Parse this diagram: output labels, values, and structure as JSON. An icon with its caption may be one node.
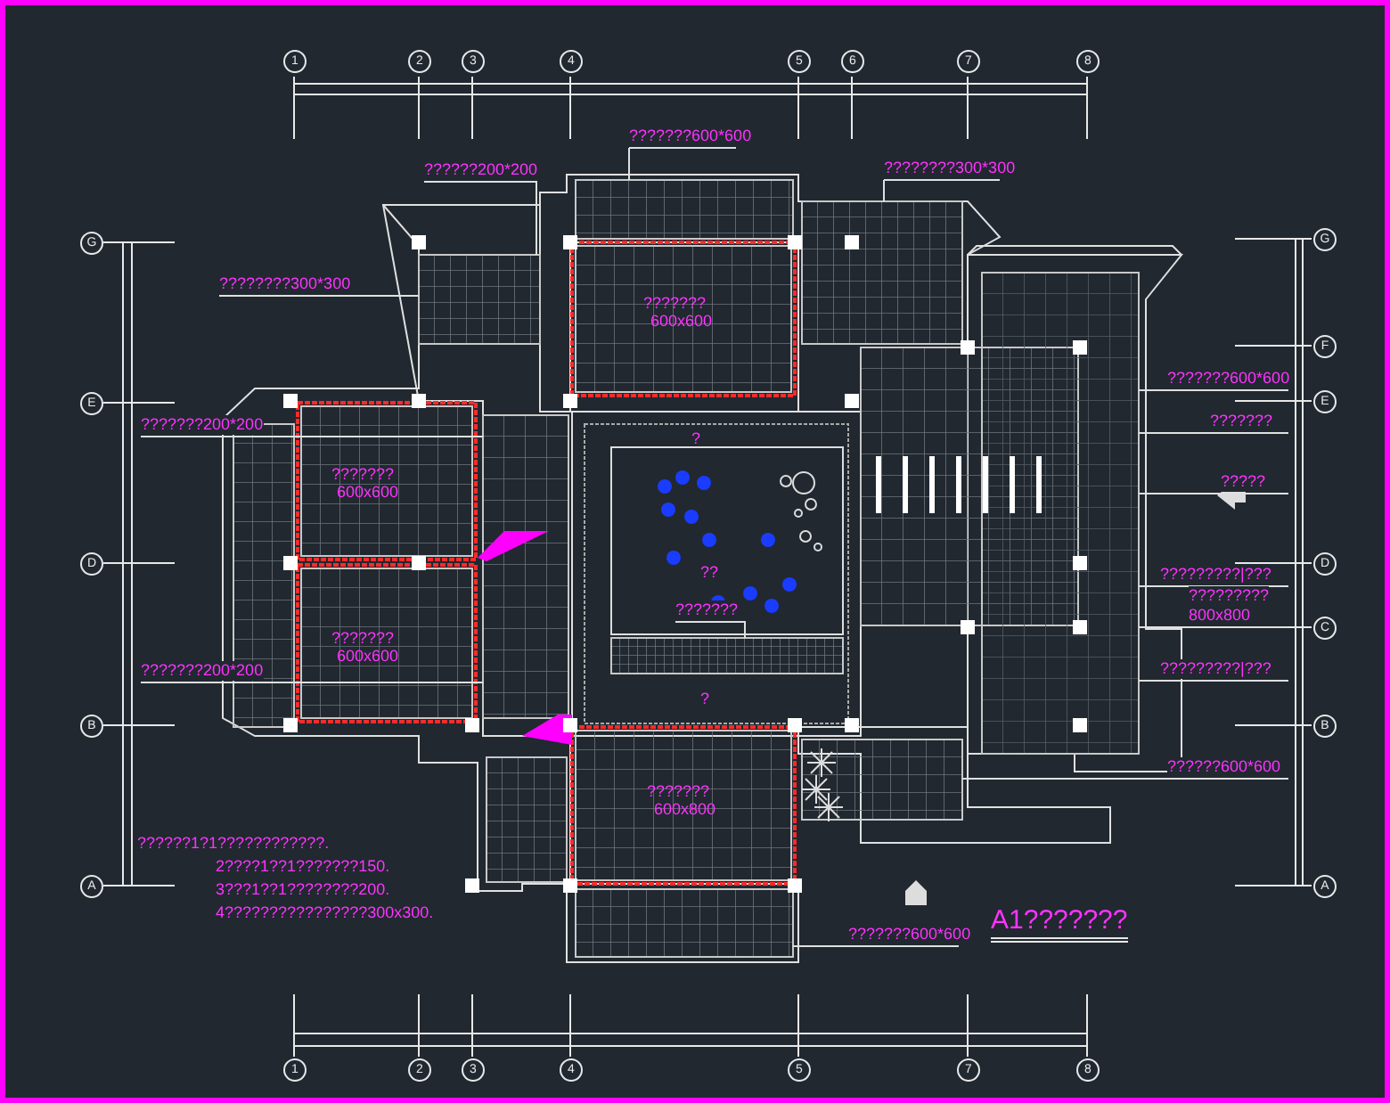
{
  "diagram": {
    "title": "A1???????",
    "nodes": [
      {
        "text": [
          "??????200*200"
        ]
      },
      {
        "text": [
          "???????600*600"
        ]
      },
      {
        "text": [
          "????????300*300"
        ]
      },
      {
        "text": [
          "????????300*300"
        ]
      },
      {
        "text": [
          "???????200*200"
        ]
      },
      {
        "text": [
          "???????600*600"
        ]
      },
      {
        "text": [
          "???????"
        ]
      },
      {
        "text": [
          "?????"
        ]
      },
      {
        "text": [
          "?????????|???"
        ]
      },
      {
        "text": [
          "?????????",
          "800x800"
        ]
      },
      {
        "text": [
          "?????????|???"
        ]
      },
      {
        "text": [
          "???????"
        ]
      },
      {
        "text": [
          "???????200*200"
        ]
      },
      {
        "text": [
          "??????600*600"
        ]
      },
      {
        "text": [
          "???????600*600"
        ]
      },
      {
        "text": [],
        "shape": "box"
      },
      {
        "text": [],
        "shape": "box"
      },
      {
        "text": [],
        "shape": "box"
      },
      {
        "text": [],
        "shape": "box"
      },
      {
        "text": [],
        "shape": "box"
      },
      {
        "text": [],
        "shape": "box"
      },
      {
        "text": [],
        "shape": "box"
      },
      {
        "text": [],
        "shape": "box"
      }
    ],
    "edges": [
      {
        "from": 0,
        "to": 15,
        "arrow": "none"
      },
      {
        "from": 1,
        "to": 16,
        "arrow": "none"
      },
      {
        "from": 2,
        "to": 17,
        "arrow": "none"
      },
      {
        "from": 3,
        "to": 15,
        "arrow": "none"
      },
      {
        "from": 4,
        "to": 18,
        "arrow": "none"
      },
      {
        "from": 5,
        "to": 19,
        "arrow": "none"
      },
      {
        "from": 6,
        "to": 19,
        "arrow": "none"
      },
      {
        "from": 7,
        "to": 19,
        "arrow": "none"
      },
      {
        "from": 8,
        "to": 19,
        "arrow": "none"
      },
      {
        "from": 9,
        "to": 19,
        "arrow": "none"
      },
      {
        "from": 10,
        "to": 19,
        "arrow": "none"
      },
      {
        "from": 11,
        "to": 20,
        "arrow": "none"
      },
      {
        "from": 12,
        "to": 18,
        "arrow": "none"
      },
      {
        "from": 13,
        "to": 21,
        "arrow": "none"
      },
      {
        "from": 14,
        "to": 22,
        "arrow": "none"
      }
    ],
    "labels": [
      "1",
      "2",
      "3",
      "4",
      "5",
      "6",
      "7",
      "8",
      "G",
      "G",
      "F",
      "???????",
      "600x600",
      "E",
      "E",
      "?",
      "???????",
      "600x600",
      "D",
      "D",
      "??",
      "C",
      "???????",
      "600x600",
      "B",
      "B",
      "?",
      "???????",
      "600x800",
      "??????1?1????????????.",
      "2????1??1???????150.",
      "3???1??1????????200.",
      "4????????????????300x300.",
      "A",
      "A",
      "1",
      "2",
      "3",
      "4",
      "5",
      "7",
      "8"
    ]
  }
}
